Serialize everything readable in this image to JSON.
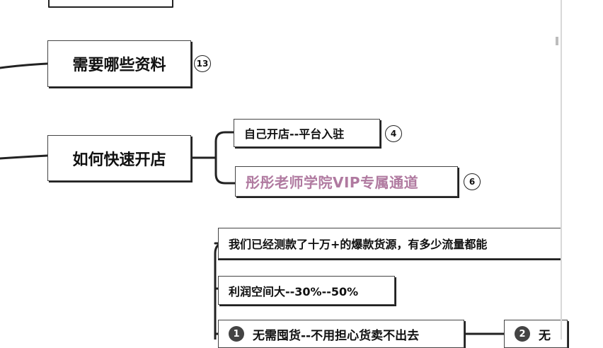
{
  "nodes": {
    "materials": {
      "label": "需要哪些资料",
      "badge": "13"
    },
    "open_shop": {
      "label": "如何快速开店"
    },
    "self_open": {
      "label": "自己开店--平台入驻",
      "badge": "4"
    },
    "vip_channel": {
      "label": "彤彤老师学院VIP专属通道",
      "badge": "6"
    },
    "tested": {
      "label": "我们已经测款了十万+的爆款货源，有多少流量都能"
    },
    "profit": {
      "label": "利润空间大--30%--50%"
    },
    "no_stock": {
      "num": "1",
      "label": "无需囤货--不用担心货卖不出去"
    },
    "next": {
      "num": "2",
      "label": "无"
    }
  },
  "colors": {
    "line": "#222222",
    "vip_text": "#b07aa0",
    "num_bg": "#444444"
  }
}
